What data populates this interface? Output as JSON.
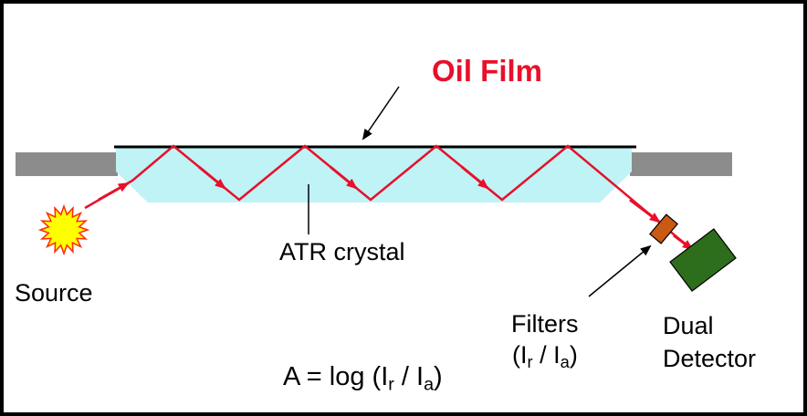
{
  "title": "Oil Film",
  "labels": {
    "crystal": "ATR crystal",
    "source": "Source",
    "filters": "Filters",
    "dual": "Dual",
    "detector": "Detector"
  },
  "filters_ratio": {
    "open": "(I",
    "r": "r",
    "slash": " / I",
    "a": "a",
    "close": ")"
  },
  "formula": {
    "lhs": "A = log (I",
    "r": "r",
    "mid": " / I",
    "a": "a",
    "close": ")"
  },
  "colors": {
    "border": "#000000",
    "plate": "#8c8c8c",
    "crystal": "#bff3f6",
    "film": "#000000",
    "beam": "#e8102a",
    "title": "#e8102a",
    "source_fill": "#ffff00",
    "source_outline": "#ff2a00",
    "filter": "#c85a14",
    "detector": "#2d6e1c"
  },
  "icons": {
    "source": "sunburst-icon",
    "filter": "filter-block-icon",
    "detector": "detector-box-icon"
  }
}
